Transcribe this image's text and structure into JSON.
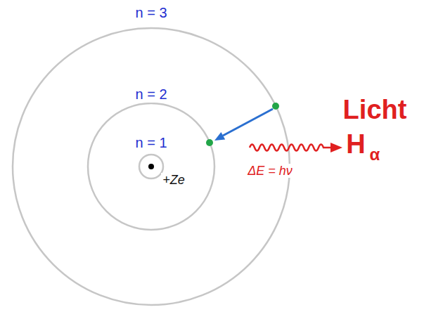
{
  "diagram": {
    "labels": [
      "n = 3",
      "n = 2",
      "n = 1",
      "+Ze",
      "ΔE = hν",
      "Licht",
      "H",
      "α"
    ]
  }
}
